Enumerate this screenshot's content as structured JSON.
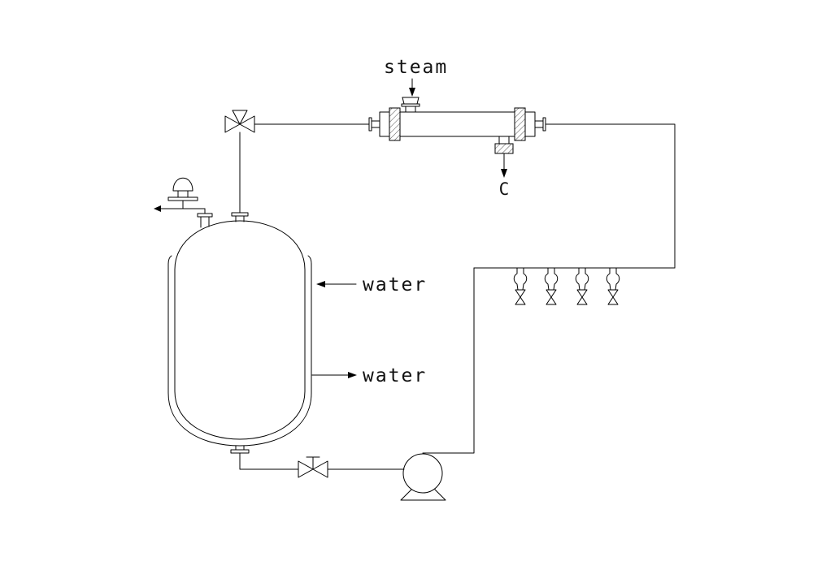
{
  "page": {
    "background_color": "#ffffff",
    "line_color": "#000000"
  },
  "diagram": {
    "labels": {
      "steam": "steam",
      "condensate": "C",
      "water_jacket_in": "water",
      "water_jacket_out": "water"
    },
    "components": [
      "safety-valve",
      "jacketed-vessel",
      "three-way-valve",
      "shell-and-tube-heat-exchanger",
      "steam-inlet-nozzle",
      "condensate-outlet-nozzle",
      "spray-nozzle-manifold",
      "spray-nozzle-valve",
      "shutoff-valve",
      "centrifugal-pump"
    ]
  }
}
